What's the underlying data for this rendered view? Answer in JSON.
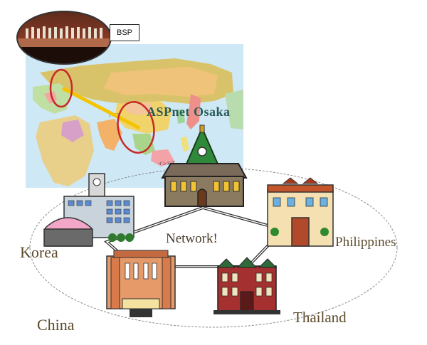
{
  "photo": {
    "callout_label": "BSP"
  },
  "map": {
    "region_label_asia": "アジア",
    "region_label_india": "インド洋"
  },
  "center": {
    "title": "ASPnet Osaka"
  },
  "network": {
    "label": "Network!"
  },
  "nodes": {
    "korea": "Korea",
    "china": "China",
    "philippines": "Philippines",
    "thailand": "Thailand"
  },
  "colors": {
    "ellipse_highlight": "#c62828",
    "link_line": "#f5c400",
    "aspnet_text": "#275b55",
    "label_text": "#5b4a2c"
  }
}
